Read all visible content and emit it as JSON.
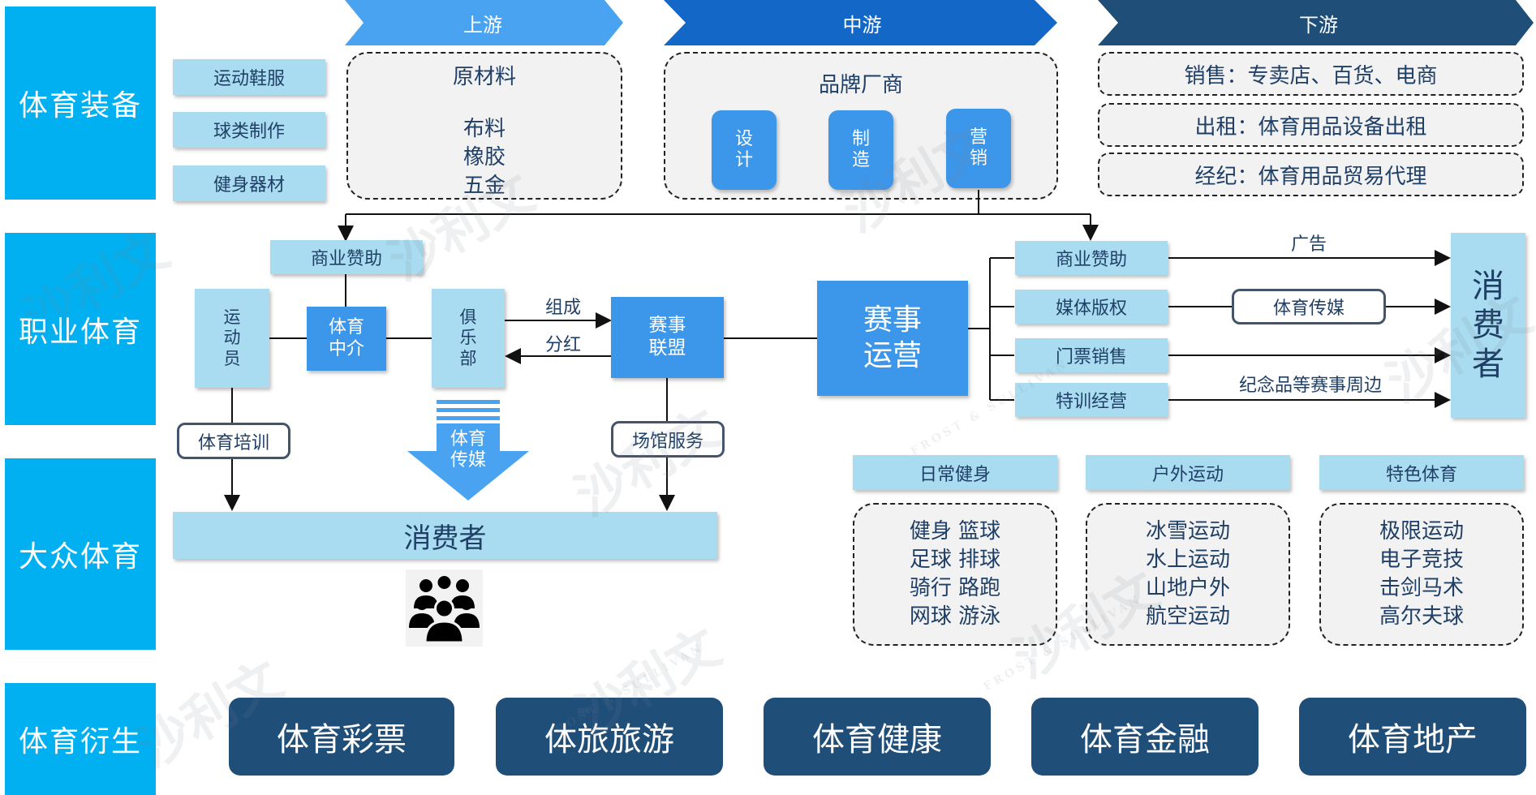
{
  "rows": {
    "equipment": "体育装备",
    "pro": "职业体育",
    "mass": "大众体育",
    "derived": "体育衍生"
  },
  "stages": {
    "upstream": "上游",
    "midstream": "中游",
    "downstream": "下游"
  },
  "equipment": {
    "categories": [
      "运动鞋服",
      "球类制作",
      "健身器材"
    ],
    "raw_title": "原材料",
    "raw_items": [
      "布料",
      "橡胶",
      "五金"
    ],
    "brand_title": "品牌厂商",
    "brand_steps": [
      [
        "设",
        "计"
      ],
      [
        "制",
        "造"
      ],
      [
        "营",
        "销"
      ]
    ],
    "downstream_items": [
      "销售：专卖店、百货、电商",
      "出租：体育用品设备出租",
      "经纪：体育用品贸易代理"
    ]
  },
  "pro": {
    "sponsor_left": "商业赞助",
    "athlete": [
      "运",
      "动",
      "员"
    ],
    "agent": [
      "体育",
      "中介"
    ],
    "club": [
      "俱",
      "乐",
      "部"
    ],
    "compose": "组成",
    "dividend": "分红",
    "league": [
      "赛事",
      "联盟"
    ],
    "operation": [
      "赛事",
      "运营"
    ],
    "revenue": [
      "商业赞助",
      "媒体版权",
      "门票销售",
      "特训经营"
    ],
    "ad": "广告",
    "media_box": "体育传媒",
    "souvenir": "纪念品等赛事周边",
    "consumer_right": [
      "消",
      "费",
      "者"
    ]
  },
  "mass": {
    "training": "体育培训",
    "media_arrow": [
      "体育",
      "传媒"
    ],
    "venue": "场馆服务",
    "consumer": "消费者",
    "people_icon": "group-people-icon",
    "groups": [
      {
        "title": "日常健身",
        "items": [
          "健身 篮球",
          "足球 排球",
          "骑行 路跑",
          "网球 游泳"
        ]
      },
      {
        "title": "户外运动",
        "items": [
          "冰雪运动",
          "水上运动",
          "山地户外",
          "航空运动"
        ]
      },
      {
        "title": "特色体育",
        "items": [
          "极限运动",
          "电子竞技",
          "击剑马术",
          "高尔夫球"
        ]
      }
    ]
  },
  "derived": [
    "体育彩票",
    "体旅旅游",
    "体育健康",
    "体育金融",
    "体育地产"
  ],
  "watermark": {
    "cn": "沙利文",
    "en": "FROST & SULLIVAN"
  },
  "colors": {
    "row_label": "#00b0f0",
    "light_box": "#a9dcf0",
    "mid_box": "#3c96ea",
    "dark_box": "#1f4e79",
    "arrow_up": "#4aa3f0",
    "arrow_mid": "#1368c7",
    "arrow_down": "#1f4e79"
  }
}
